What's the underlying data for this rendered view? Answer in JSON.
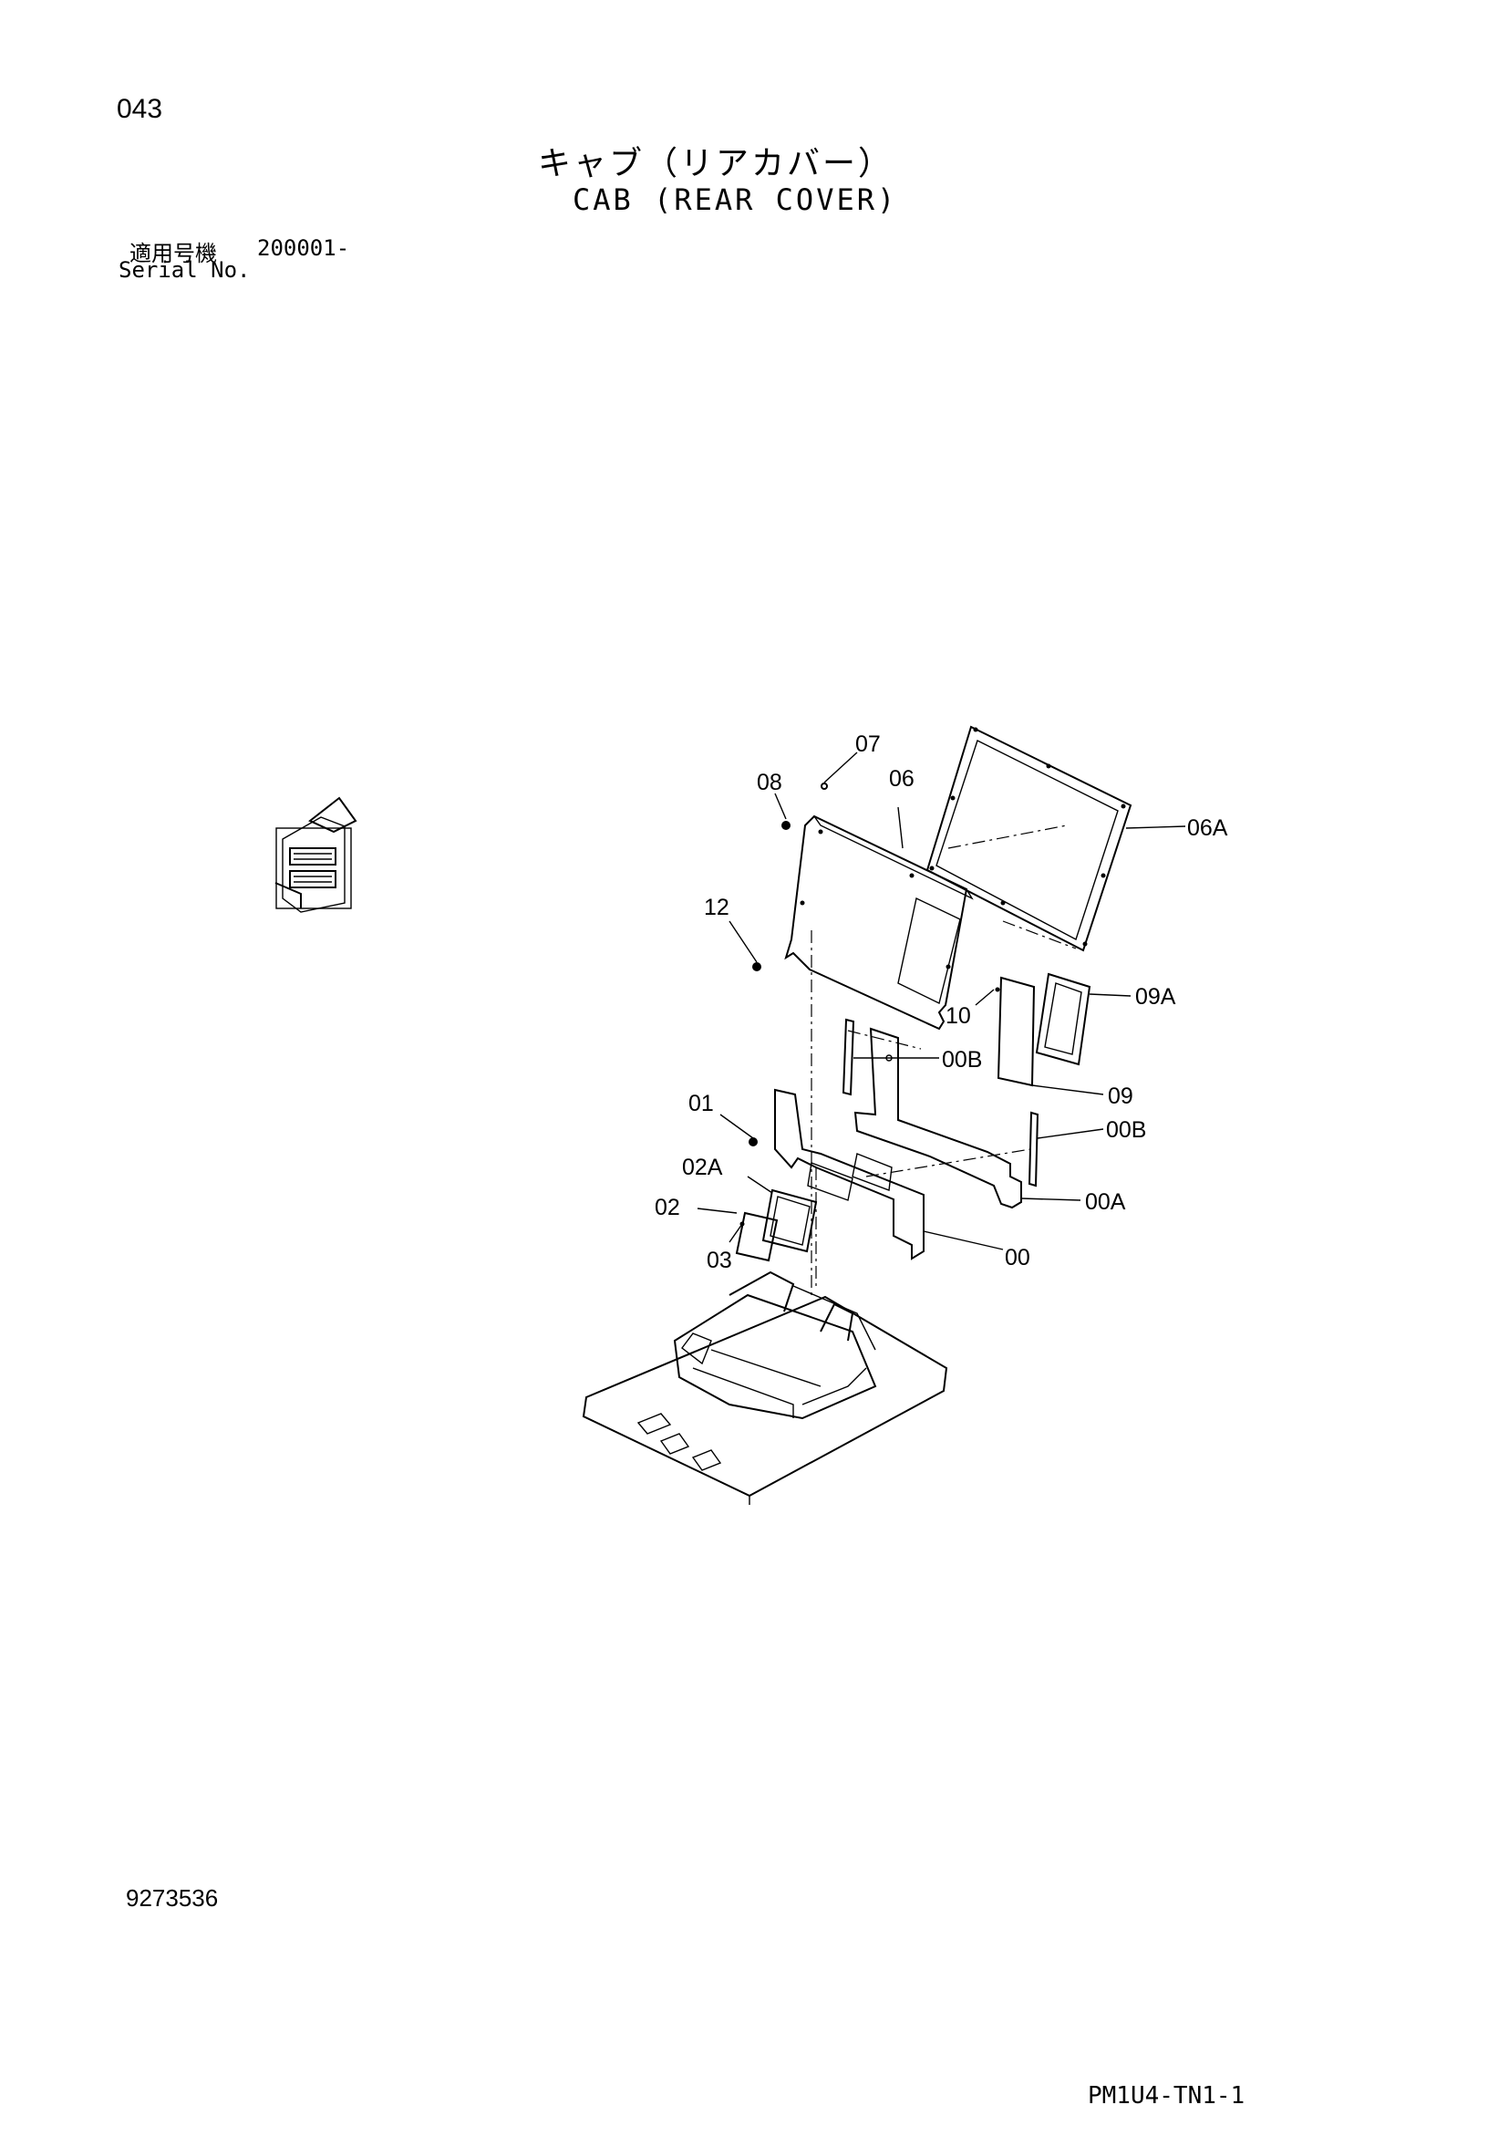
{
  "header": {
    "page_number": "043",
    "title_jp": "キャブ（リアカバー）",
    "title_en": "CAB (REAR COVER)",
    "serial_label_jp": "適用号機",
    "serial_value": "200001-",
    "serial_label_en": "Serial No."
  },
  "footer": {
    "doc_number": "9273536",
    "page_code": "PM1U4-TN1-1"
  },
  "callouts": {
    "c07": "07",
    "c08": "08",
    "c06": "06",
    "c06A": "06A",
    "c12": "12",
    "c10": "10",
    "c09A": "09A",
    "c00B_top": "00B",
    "c09": "09",
    "c01": "01",
    "c00B_right": "00B",
    "c02A": "02A",
    "c00A": "00A",
    "c02": "02",
    "c03": "03",
    "c00": "00"
  }
}
